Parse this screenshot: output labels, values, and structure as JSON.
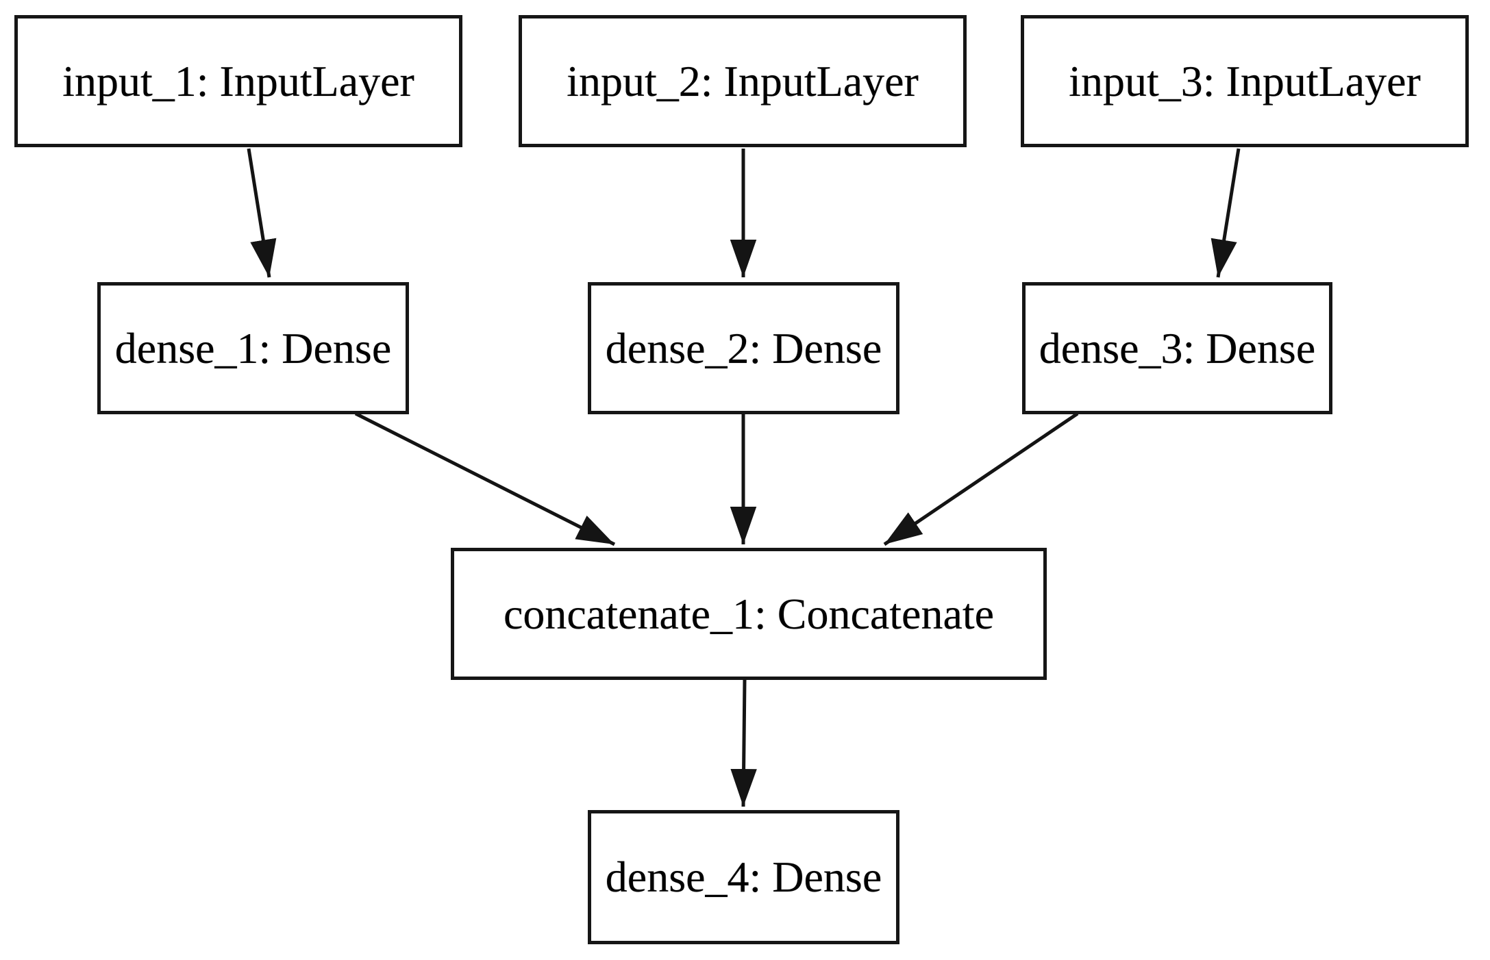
{
  "diagram": {
    "kind": "keras-model-architecture-graph",
    "colors": {
      "background": "#ffffff",
      "node_fill": "#ffffff",
      "node_border": "#161616",
      "edge": "#141414",
      "text": "#000000"
    },
    "nodes": [
      {
        "id": "input_1",
        "label": "input_1: InputLayer"
      },
      {
        "id": "input_2",
        "label": "input_2: InputLayer"
      },
      {
        "id": "input_3",
        "label": "input_3: InputLayer"
      },
      {
        "id": "dense_1",
        "label": "dense_1: Dense"
      },
      {
        "id": "dense_2",
        "label": "dense_2: Dense"
      },
      {
        "id": "dense_3",
        "label": "dense_3: Dense"
      },
      {
        "id": "concatenate_1",
        "label": "concatenate_1: Concatenate"
      },
      {
        "id": "dense_4",
        "label": "dense_4: Dense"
      }
    ],
    "edges": [
      {
        "from": "input_1",
        "to": "dense_1"
      },
      {
        "from": "input_2",
        "to": "dense_2"
      },
      {
        "from": "input_3",
        "to": "dense_3"
      },
      {
        "from": "dense_1",
        "to": "concatenate_1"
      },
      {
        "from": "dense_2",
        "to": "concatenate_1"
      },
      {
        "from": "dense_3",
        "to": "concatenate_1"
      },
      {
        "from": "concatenate_1",
        "to": "dense_4"
      }
    ]
  }
}
